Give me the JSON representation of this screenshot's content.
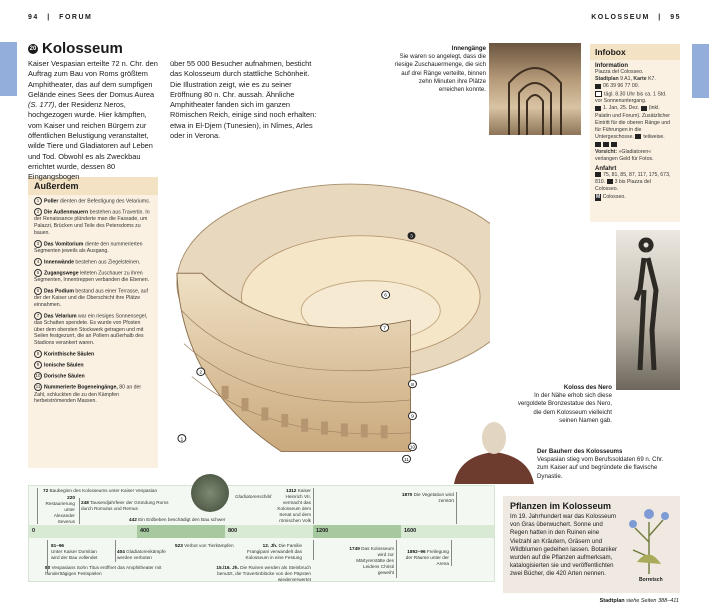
{
  "header": {
    "left_page": "94",
    "left_section": "FORUM",
    "right_section": "KOLOSSEUM",
    "right_page": "95",
    "separator": "|"
  },
  "colors": {
    "tab_blue": "#93aedb",
    "box_cream": "#faf1e2",
    "box_head": "#f3e2c4",
    "timeline_green": "#a6c9a0"
  },
  "article": {
    "number": "20",
    "title": "Kolosseum",
    "col1": "Kaiser Vespasian erteilte 72 n. Chr. den Auftrag zum Bau von Roms größtem Amphitheater, das auf dem sumpfigen Gelände eines Sees der Domus Aurea",
    "col1_ref": "(S. 177)",
    "col1_cont": ", der Residenz Neros, hochgezogen wurde. Hier kämpften, vom Kaiser und reichen Bürgern zur öffentlichen Belustigung veranstaltet, wilde Tiere und Gladiatoren auf Leben und Tod. Obwohl es als Zweckbau errichtet wurde, dessen 80 Eingangsbogen",
    "col2": "über 55 000 Besucher aufnahmen, besticht das Kolosseum durch stattliche Schönheit. Die Illustration zeigt, wie es zu seiner Eröffnung 80 n. Chr. aussah. Ähnliche Amphitheater fanden sich im ganzen Römischen Reich, einige sind noch erhalten: etwa in El-Djem (Tunesien), in Nîmes, Arles oder in Verona."
  },
  "captions": {
    "innengaenge_title": "Innengänge",
    "innengaenge_text": "Sie waren so angelegt, dass die riesige Zuschauermenge, die sich auf drei Ränge verteilte, binnen zehn Minuten ihre Plätze erreichen konnte.",
    "nero_title": "Koloss des Nero",
    "nero_text": "In der Nähe erhob sich diese vergoldete Bronzestatue des Nero, die dem Kolosseum vielleicht seinen Namen gab.",
    "bauherr_title": "Der Bauherr des Kolosseums",
    "bauherr_text": "Vespasian stieg vom Berufssoldaten 69 n. Chr. zum Kaiser auf und begründete die flavische Dynastie."
  },
  "ausserdem": {
    "title": "Außerdem",
    "items": [
      {
        "n": "1",
        "bold": "Poller",
        "text": " dienten der Befestigung des Velariums."
      },
      {
        "n": "2",
        "bold": "Die Außenmauern",
        "text": " bestehen aus Travertin. In der Renaissance plünderte man die Fassade, um Palazzi, Brücken und Teile des Petersdoms zu bauen."
      },
      {
        "n": "3",
        "bold": "Das Vomitorium",
        "text": " diente den nummerierten Segmenten jeweils als Ausgang."
      },
      {
        "n": "4",
        "bold": "Innenwände",
        "text": " bestehen aus Ziegelsteinen."
      },
      {
        "n": "5",
        "bold": "Zugangswege",
        "text": " leiteten Zuschauer zu ihren Segmenten, Innentreppen verbanden die Ebenen."
      },
      {
        "n": "6",
        "bold": "Das Podium",
        "text": " bestand aus einer Terrasse, auf der der Kaiser und die Oberschicht ihre Plätze einnahmen."
      },
      {
        "n": "7",
        "bold": "Das Velarium",
        "text": " war ein riesiges Sonnensegel, das Schatten spendete. Es wurde von Pfosten über dem obersten Stockwerk getragen und mit Seilen festgezurrt, die an Pollern außerhalb des Stadions verankert waren."
      },
      {
        "n": "8",
        "bold": "Korinthische Säulen",
        "text": ""
      },
      {
        "n": "9",
        "bold": "Ionische Säulen",
        "text": ""
      },
      {
        "n": "10",
        "bold": "Dorische Säulen",
        "text": ""
      },
      {
        "n": "11",
        "bold": "Nummerierte Bogeneingänge,",
        "text": " 80 an der Zahl, schluckten die zu den Kämpfen herbeiströmenden Massen."
      }
    ]
  },
  "infobox": {
    "title": "Infobox",
    "info_head": "Information",
    "address": "Piazza del Colosseo.",
    "stadtplan_label": "Stadtplan",
    "stadtplan_val": " 9 A1, ",
    "karte_label": "Karte",
    "karte_val": " K7.",
    "phone": "06 39 96 77 00.",
    "hours": "tägl. 8.30 Uhr bis ca. 1 Std. vor Sonnenuntergang.",
    "closed": "1. Jan, 25. Dez.",
    "closed_extra": "(inkl. Palatin und Forum). Zusätzlicher Eintritt für die oberen Ränge und für Führungen in die Untergeschosse.",
    "access": "teilweise.",
    "caution_label": "Vorsicht:",
    "caution": " »Gladiatoren« verlangen Geld für Fotos.",
    "anfahrt_head": "Anfahrt",
    "bus": "75, 81, 85, 87, 117, 175, 673, 810.",
    "tram": "3 bis Piazza del Colosseo.",
    "metro_letter": "M",
    "metro": "Colosseo."
  },
  "pflanzen": {
    "title": "Pflanzen im Kolosseum",
    "text": "Im 19. Jahrhundert war das Kolosseum von Gras überwuchert. Sonne und Regen hatten in den Ruinen eine Vielzahl an Kräutern, Gräsern und Wildblumen gedeihen lassen. Botaniker wurden auf die Pflanzen aufmerksam, katalogisierten sie und veröffentlichten zwei Bücher, die 420 Arten nennen.",
    "plant_caption": "Borretsch"
  },
  "illustration_labels": [
    "1",
    "2",
    "3",
    "4",
    "5",
    "6",
    "7",
    "8",
    "9",
    "10",
    "11"
  ],
  "shield_caption": "Gladiatorenschild",
  "timeline": {
    "scale": [
      "0",
      "400",
      "800",
      "1200",
      "1600"
    ],
    "above": [
      {
        "year": "72",
        "text": " Baubeginn des Kolosseums unter Kaiser Vespasian"
      },
      {
        "year": "220",
        "text": " Restaurierung unter Alexander Severus"
      },
      {
        "year": "248",
        "text": " Tausendjahrfeier der Gründung Roms durch Romulus und Remus"
      },
      {
        "year": "442",
        "text": " Ein Erdbeben beschädigt den Bau schwer"
      },
      {
        "year": "1312",
        "text": " Kaiser Heinrich VII. vermacht das Kolosseum dem Senat und dem römischen Volk"
      },
      {
        "year": "1870",
        "text": " Die Vegetation wird zerstört"
      }
    ],
    "below": [
      {
        "year": "81–96",
        "text": " Unter Kaiser Domitian wird der Bau vollendet"
      },
      {
        "year": "80",
        "text": " Vespasians Sohn Titus eröffnet das Amphitheater mit hunderttägigen Festspielen"
      },
      {
        "year": "404",
        "text": " Gladiatorenkämpfe werden verboten"
      },
      {
        "year": "523",
        "text": " Verbot von Tierkämpfen"
      },
      {
        "year": "12. Jh.",
        "text": " Die Familie Frangipani verwandelt das Kolosseum in eine Festung"
      },
      {
        "year": "15./16. Jh.",
        "text": " Die Ruinen werden als Steinbruch benutzt, die Travertinblöcke von den Päpsten wiederverwertet"
      },
      {
        "year": "1749",
        "text": " Das Kolosseum wird zur Märtyrerstätte des Leidens Christi geweiht"
      },
      {
        "year": "1892–96",
        "text": " Freilegung der Räume unter der Arena"
      }
    ]
  },
  "footer": {
    "bold": "Stadtplan",
    "text": " siehe Seiten 388–411"
  }
}
